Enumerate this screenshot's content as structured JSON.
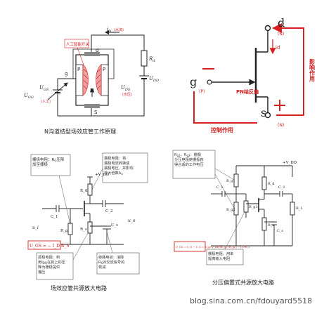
{
  "panel_jfet_principle": {
    "caption": "N沟道结型场效应管工作原理",
    "id_label": "i",
    "id_sub": "D",
    "id_note": "(水流)",
    "pn_note": "人工智能开关",
    "g": "g",
    "d": "d",
    "s": "S",
    "n": "N",
    "p": "P",
    "rd": "R",
    "rd_sub": "d",
    "vdd": "U",
    "vdd_sub": "DD",
    "ugs": "U",
    "ugs_sub": "GS",
    "ugs_note": "(人工)",
    "ugg": "U",
    "ugg_sub": "GG",
    "uds": "U",
    "uds_sub": "DS",
    "uds_note": "(水压)"
  },
  "panel_jfet_symbol": {
    "d": "d",
    "d_note": "(N)",
    "g": "g",
    "g_note": "(P)",
    "s": "s",
    "s_note": "(N)",
    "id": "id",
    "pn": "PN结反偏",
    "effect": "影响作用",
    "control": "控制作用",
    "minus": "−",
    "plus": "+"
  },
  "panel_common_source": {
    "caption": "场效应管共源放大电路",
    "note_gate": "栅极电阻：R_G压降加至栅极",
    "note_drain": "漏极电阻：将漏极电流转换成漏极电压，并影响放大倍数A_u",
    "note_source": "源极电阻：利用I_DQ在其上的压降为栅极提供偏压",
    "note_bypass": "旁路电容：消除R_S对交流信号的衰减",
    "formula": "U_GS = − I_D R_S",
    "vdd": "+V_DD",
    "ui": "u_i",
    "uo": "u_o",
    "rd": "R_d",
    "rg": "R_g",
    "rs": "R_s",
    "c1": "C_1",
    "c2": "C_2",
    "cs": "C_s"
  },
  "panel_divider_bias": {
    "caption": "分压偏置式共源放大电路",
    "note_divider": "R_g1、R_g2：栅极分压电阻使栅极获得合适的工作电压",
    "note_gate": "栅极电阻，用来提高输入电阻",
    "formula": "U_GS = U_G − U_S = R_g2·V_DD/(R_g1+R_g2) − I_D R_s",
    "vdd": "+V_DD",
    "rg1": "R_g1",
    "rg2": "R_g2",
    "rg3": "R_g3",
    "rd": "R_d",
    "rs": "R_s",
    "rl": "R_L",
    "c1": "C_1",
    "c2": "C_2",
    "cs": "C_s"
  },
  "watermark": "blog.sina.com.cn/fdouyard5518",
  "colors": {
    "red": "#d42020",
    "pink": "#f0a0a0",
    "wire": "#222222",
    "note_border": "#555555",
    "formula_border": "#d42020"
  }
}
